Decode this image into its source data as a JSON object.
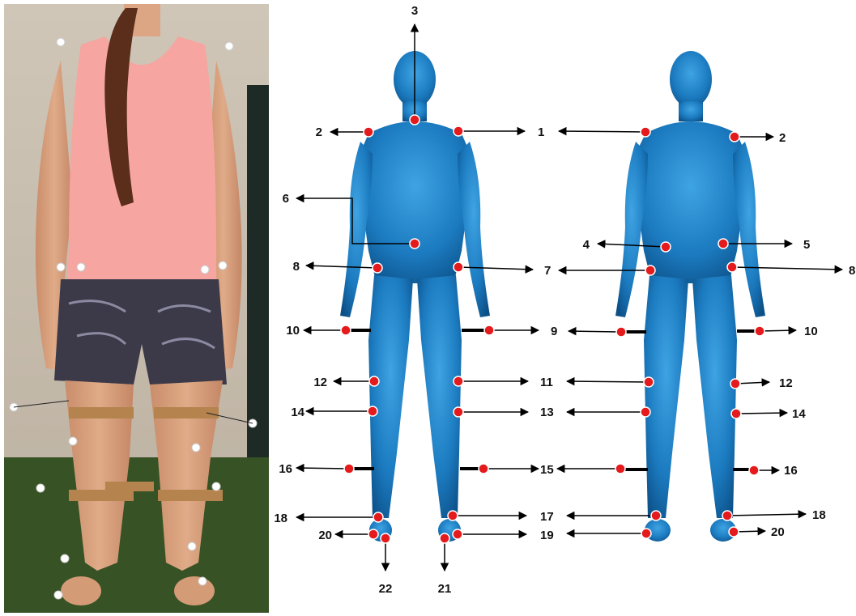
{
  "colors": {
    "body_fill": "#1f7fc4",
    "body_dark": "#0b4f86",
    "marker": "#e41a1c",
    "arrow": "#000000"
  },
  "photo": {
    "description_icon": "participant-with-reflective-markers-photo"
  },
  "posterior_view": {
    "labels": [
      "1",
      "2",
      "3",
      "6",
      "7",
      "8",
      "9",
      "10",
      "11",
      "12",
      "13",
      "14",
      "15",
      "16",
      "17",
      "18",
      "19",
      "20",
      "21",
      "22"
    ]
  },
  "anterior_view": {
    "labels": [
      "1",
      "2",
      "4",
      "5",
      "7",
      "8",
      "9",
      "10",
      "11",
      "12",
      "13",
      "14",
      "15",
      "16",
      "17",
      "18",
      "19",
      "20"
    ]
  }
}
